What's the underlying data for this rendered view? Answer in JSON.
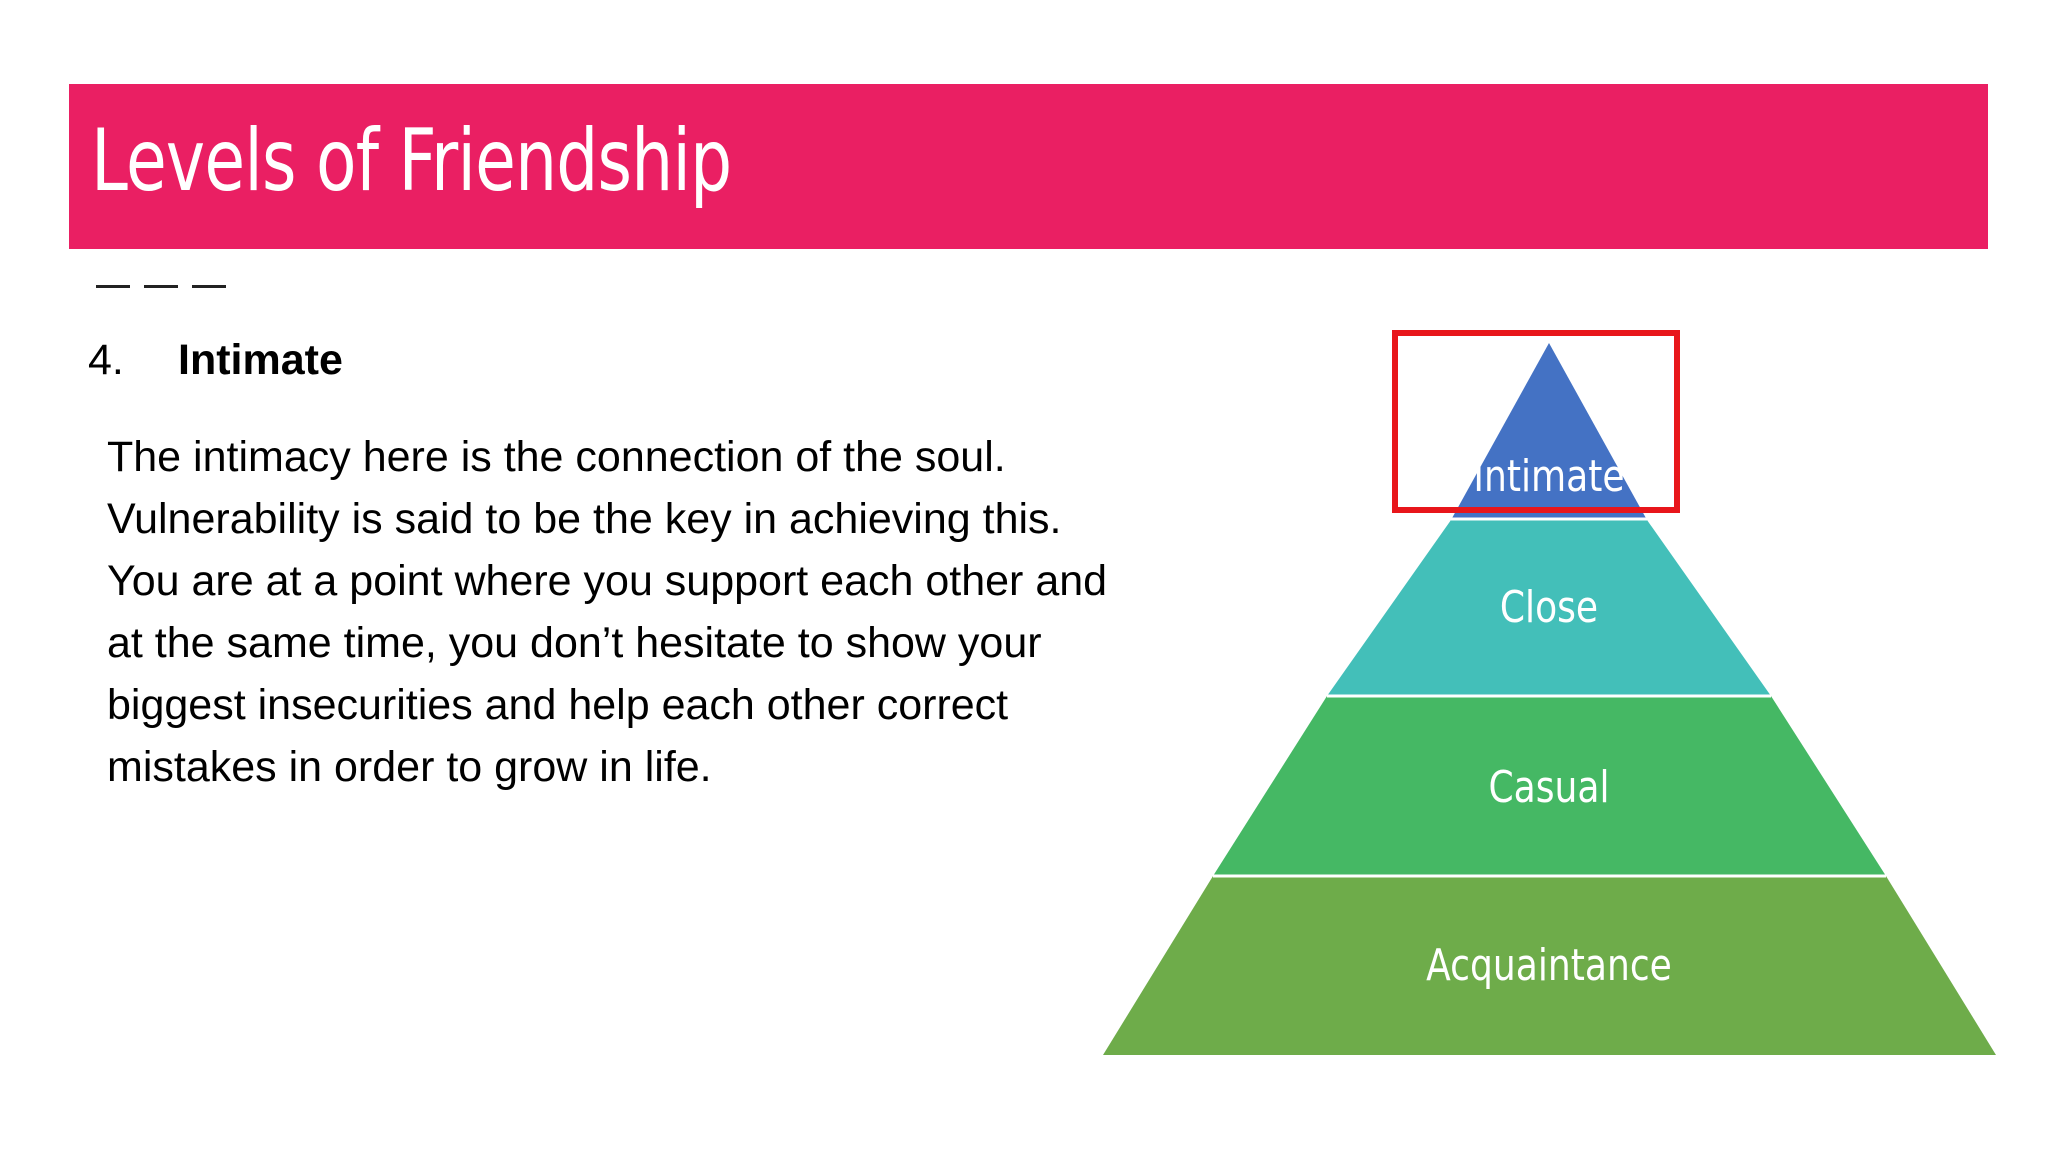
{
  "slide": {
    "title": "Levels of Friendship",
    "item_number": "4.",
    "item_heading": "Intimate",
    "body_lines": [
      "The intimacy here is the connection of the soul.",
      "Vulnerability is said to be the key in achieving this.",
      "You are at a point where you support each other and",
      "at the same time, you don’t hesitate to show your",
      "biggest insecurities and help each other correct",
      "mistakes in order to grow in life."
    ]
  },
  "pyramid": {
    "tiers_top_to_bottom": [
      {
        "label": "Intimate",
        "color": "#4472c4"
      },
      {
        "label": "Close",
        "color": "#43bfb9"
      },
      {
        "label": "Casual",
        "color": "#45b864"
      },
      {
        "label": "Acquaintance",
        "color": "#6eac4a"
      }
    ],
    "highlighted_tier": "Intimate",
    "highlight_color": "#e8161b"
  },
  "colors": {
    "title_bar": "#ea1f63",
    "title_text": "#ffffff",
    "body_text": "#000000"
  }
}
